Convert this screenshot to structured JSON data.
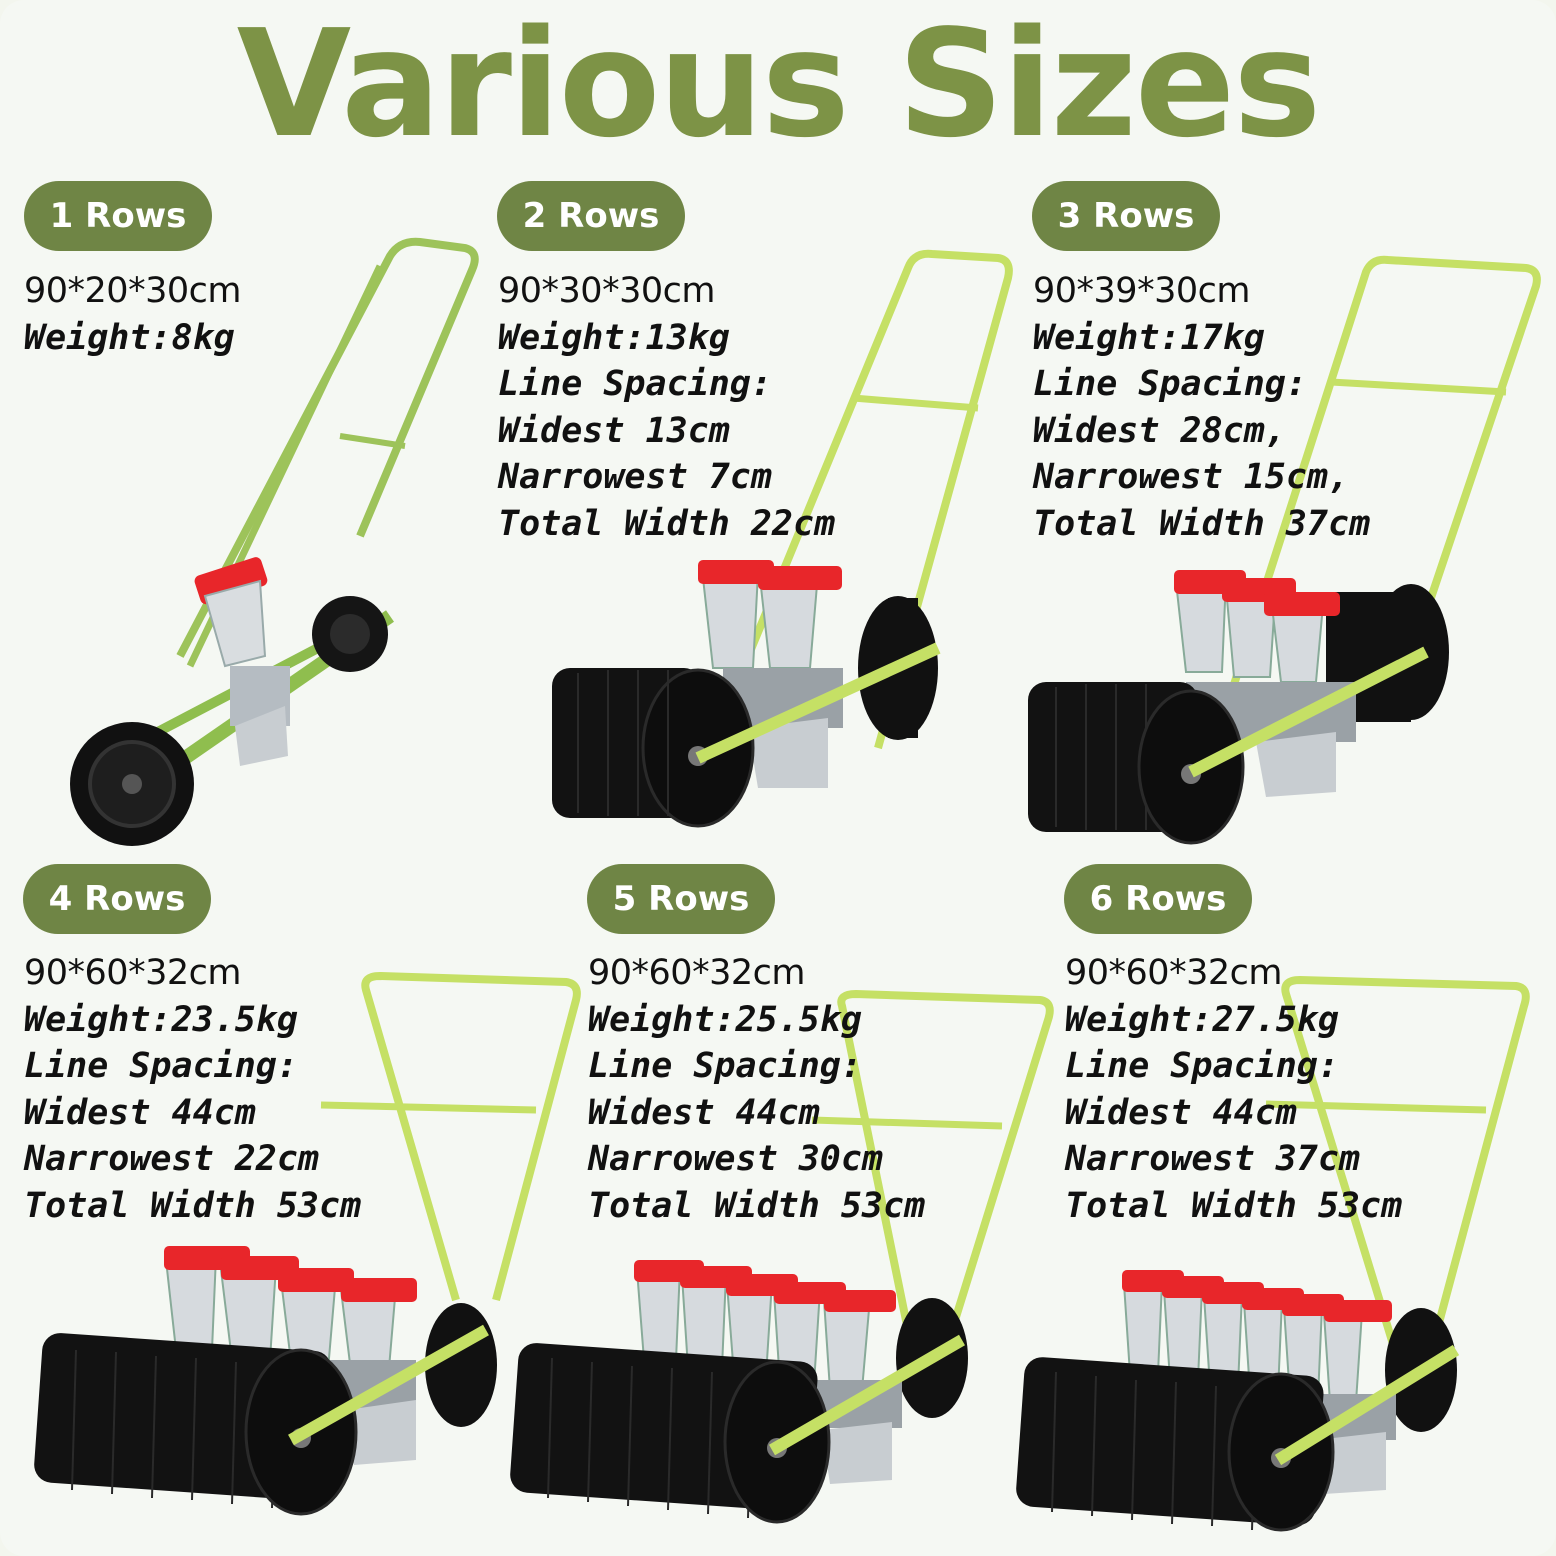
{
  "title": "Various Sizes",
  "colors": {
    "accent": "#7d9346",
    "badge": "#6f8545",
    "frame_green": "#c9e36b",
    "hopper_lid": "#e8262a",
    "roller": "#111111"
  },
  "panels": [
    {
      "badge": "1 Rows",
      "dimensions": "90*20*30cm",
      "weight": "Weight:8kg",
      "lines": [],
      "hoppers": 1,
      "machine_type": "wheel-seeder"
    },
    {
      "badge": "2 Rows",
      "dimensions": "90*30*30cm",
      "weight": "Weight:13kg",
      "lines": [
        "Line Spacing:",
        "Widest 13cm",
        "Narrowest 7cm",
        "Total Width 22cm"
      ],
      "hoppers": 2,
      "machine_type": "roller-seeder"
    },
    {
      "badge": "3 Rows",
      "dimensions": "90*39*30cm",
      "weight": "Weight:17kg",
      "lines": [
        "Line Spacing:",
        "Widest 28cm,",
        "Narrowest 15cm,",
        "Total Width 37cm"
      ],
      "hoppers": 3,
      "machine_type": "roller-seeder"
    },
    {
      "badge": "4 Rows",
      "dimensions": "90*60*32cm",
      "weight": "Weight:23.5kg",
      "lines": [
        "Line Spacing:",
        "Widest 44cm",
        "Narrowest 22cm",
        "Total Width 53cm"
      ],
      "hoppers": 4,
      "machine_type": "roller-seeder"
    },
    {
      "badge": "5 Rows",
      "dimensions": "90*60*32cm",
      "weight": "Weight:25.5kg",
      "lines": [
        "Line Spacing:",
        "Widest 44cm",
        "Narrowest 30cm",
        "Total Width 53cm"
      ],
      "hoppers": 5,
      "machine_type": "roller-seeder"
    },
    {
      "badge": "6 Rows",
      "dimensions": "90*60*32cm",
      "weight": "Weight:27.5kg",
      "lines": [
        "Line Spacing:",
        "Widest 44cm",
        "Narrowest 37cm",
        "Total Width 53cm"
      ],
      "hoppers": 6,
      "machine_type": "roller-seeder"
    }
  ]
}
